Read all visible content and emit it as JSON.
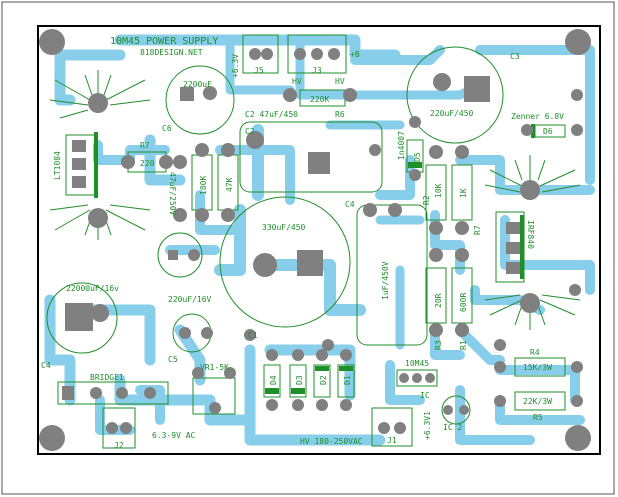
{
  "board": {
    "title": "10M45 POWER SUPPLY",
    "subtitle": "818DESIGN.NET"
  },
  "labels": {
    "j5_v": "+6.3V",
    "j5": "J5",
    "j3": "J3",
    "j3_plus": "+B",
    "hv1": "HV",
    "hv2": "HV",
    "c3": "C3",
    "c3_val": "220uF/450",
    "r6_val": "220K",
    "r6": "R6",
    "c2_val": "C2 47uF/450",
    "c6": "C6",
    "c6_val": "2200uF",
    "lt": "LT1084",
    "r7a": "R7",
    "r7a_val": "220",
    "c2": "C2",
    "cap_47": "47uF/250V",
    "r180": "180K",
    "r47k": "47K",
    "d5": "D5",
    "d5_val": "1n4007",
    "zener_val": "Zenner 6.8V",
    "d6": "D6",
    "r10k": "10K",
    "r1k": "1K",
    "r2": "R2",
    "c4a": "C4",
    "r7b": "R7",
    "irf": "IRF840",
    "c1_val": "330uF/450",
    "c_1uf": "1uF/450V",
    "c4_val": "22000uF/16v",
    "c5_val": "220uF/16V",
    "r20": "20R",
    "r600": "600R",
    "r3": "R3",
    "r1": "R1",
    "c1": "C1",
    "c5": "C5",
    "vr1": "VR1-5K",
    "ic_10m45": "10M45",
    "ic1": "IC",
    "ic2": "IC 2",
    "r4": "R4",
    "r4_val": "15K/3W",
    "r5_val": "22K/3W",
    "r5": "R5",
    "c4b": "C4",
    "bridge": "BRIDGE1",
    "d4": "D4",
    "d3": "D3",
    "d2": "D2",
    "d1": "D1",
    "j2": "J2",
    "ac_low": "6.3-9V AC",
    "hv_ac": "HV 180-250VAC",
    "j1": "J1",
    "j1_v": "+6.3V1"
  },
  "colors": {
    "trace": "#87ceeb",
    "pad": "#808080",
    "silk": "#1f8f2a",
    "board_edge": "#000000"
  }
}
